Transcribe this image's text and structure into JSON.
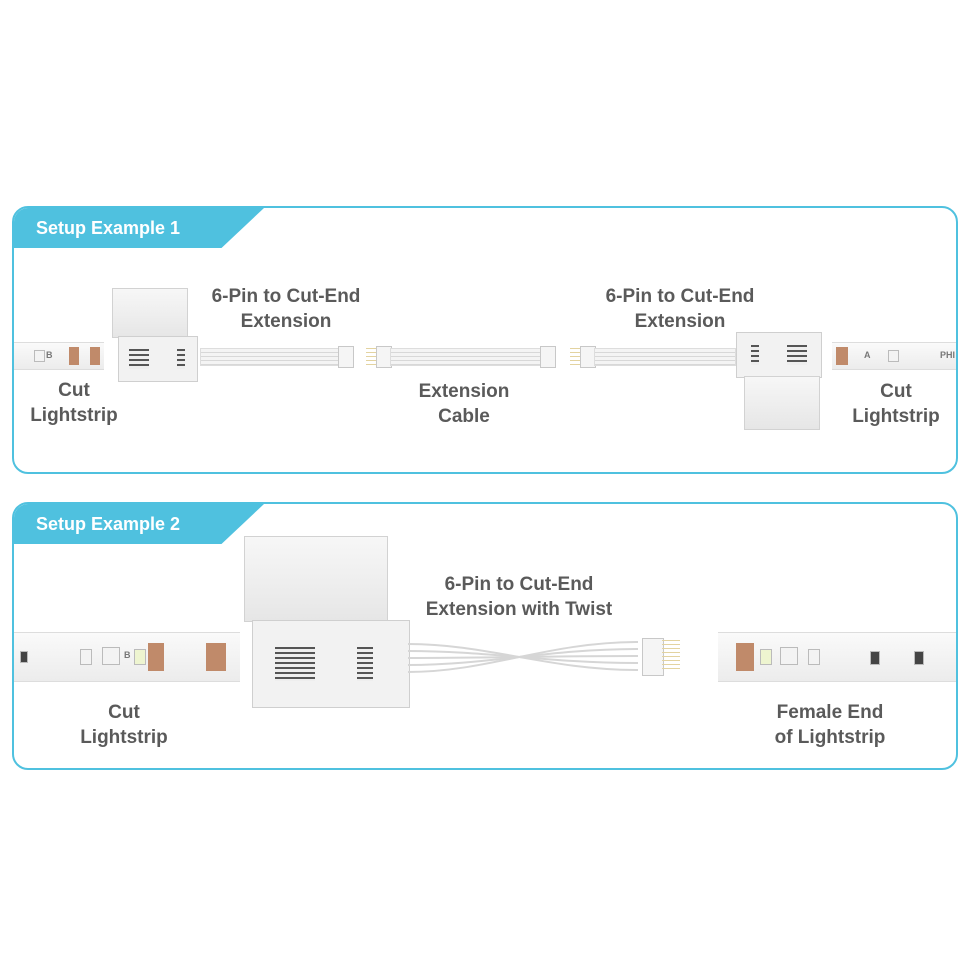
{
  "setup1": {
    "title": "Setup Example 1",
    "left_strip_label": [
      "Cut",
      "Lightstrip"
    ],
    "left_extension_label": [
      "6-Pin to Cut-End",
      "Extension"
    ],
    "extension_cable_label": [
      "Extension",
      "Cable"
    ],
    "right_extension_label": [
      "6-Pin to Cut-End",
      "Extension"
    ],
    "right_strip_label": [
      "Cut",
      "Lightstrip"
    ],
    "strip_marking_left": "B",
    "strip_marking_right": "A",
    "brand_fragment": "PHI"
  },
  "setup2": {
    "title": "Setup Example 2",
    "left_strip_label": [
      "Cut",
      "Lightstrip"
    ],
    "extension_label": [
      "6-Pin to Cut-End",
      "Extension with Twist"
    ],
    "right_strip_label": [
      "Female End",
      "of Lightstrip"
    ],
    "strip_marking": "B"
  },
  "colors": {
    "accent": "#4fc1df",
    "label_text": "#5a5a5a"
  }
}
